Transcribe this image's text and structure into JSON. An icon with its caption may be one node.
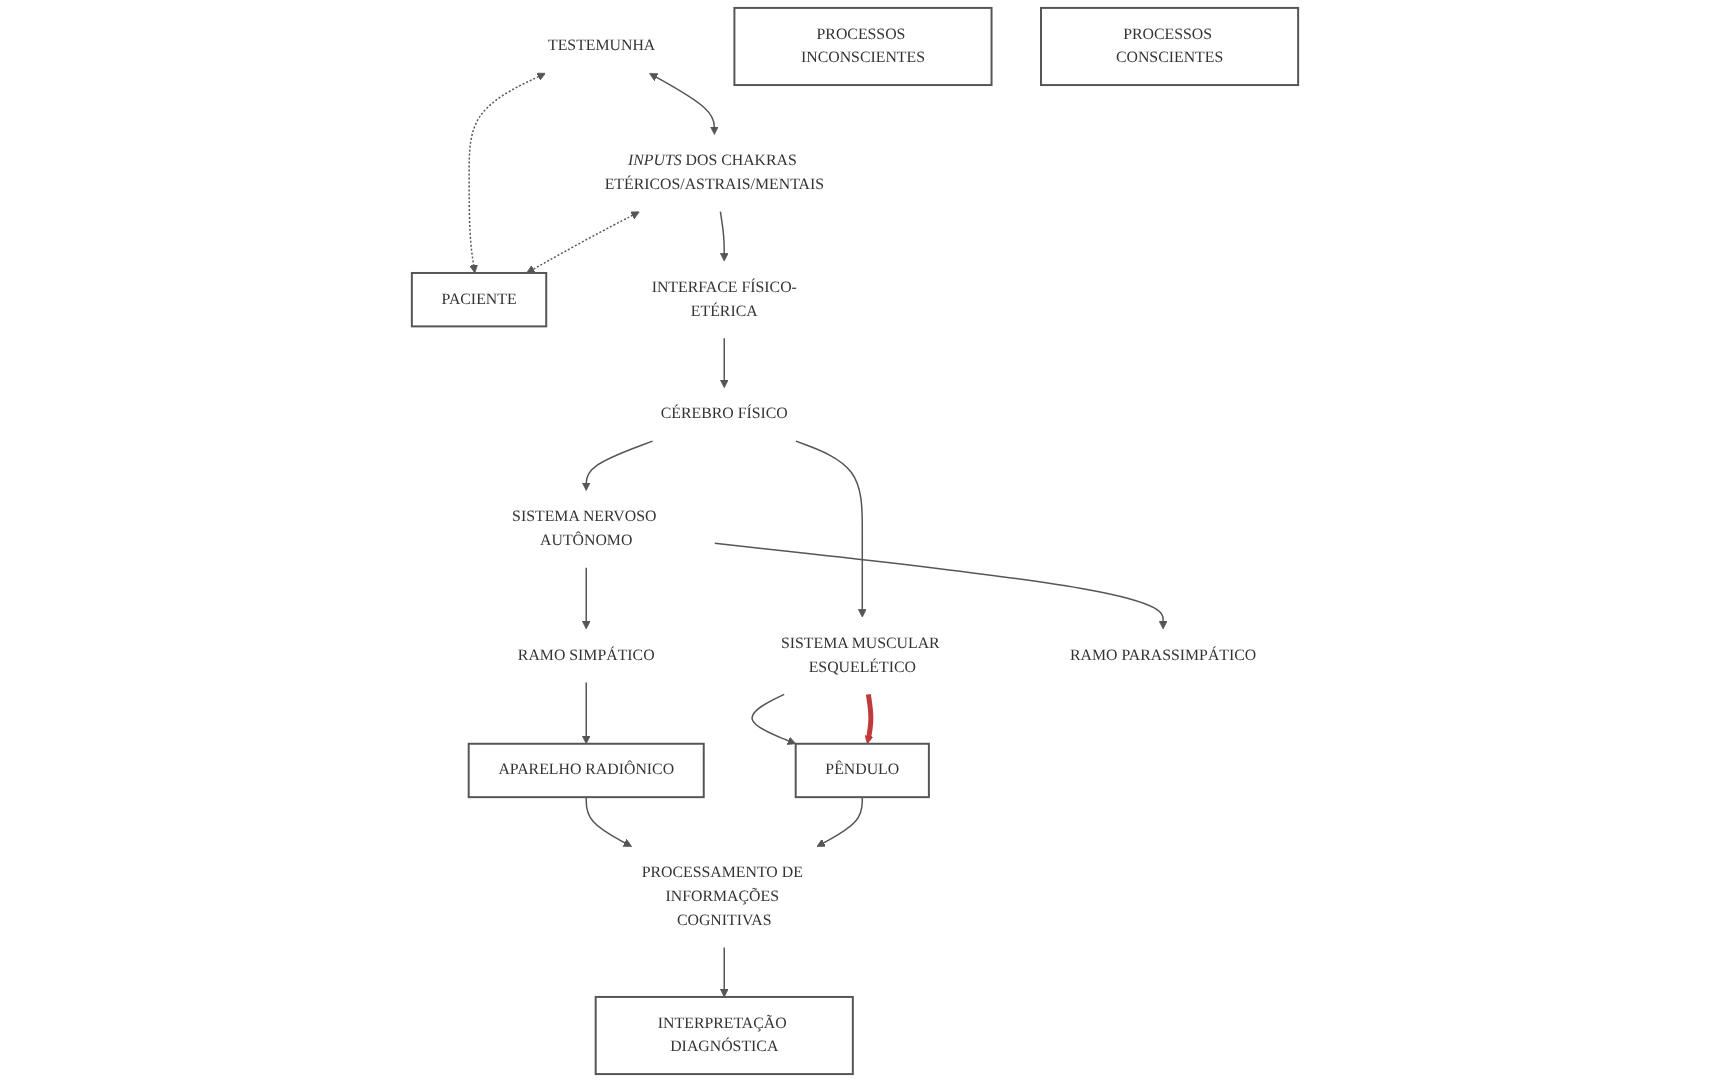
{
  "diagram": {
    "nodes": [
      {
        "text": [
          "TESTEMUNHA"
        ]
      },
      {
        "text": [
          "*INPUTS* DOS CHAKRAS ETÉRICOS/ASTRAIS/MENTAIS"
        ]
      },
      {
        "text": [
          "PACIENTE"
        ]
      },
      {
        "text": [
          "INTERFACE FÍSICO-ETÉRICA"
        ]
      },
      {
        "text": [
          "CÉREBRO FÍSICO"
        ]
      },
      {
        "text": [
          "SISTEMA NERVOSO AUTÔNOMO"
        ]
      },
      {
        "text": [
          "SISTEMA MUSCULAR ESQUELÉTICO"
        ]
      },
      {
        "text": [
          "RAMO SIMPÁTICO"
        ]
      },
      {
        "text": [
          "RAMO PARASSIMPÁTICO"
        ]
      },
      {
        "text": [
          "APARELHO RADIÔNICO"
        ]
      },
      {
        "text": [
          "PÊNDULO"
        ]
      },
      {
        "text": [
          "PROCESSAMENTO DE INFORMAÇÕES COGNITIVAS"
        ]
      },
      {
        "text": [
          "INTERPRETAÇÃO DIAGNÓSTICA"
        ]
      },
      {
        "text": [
          "PROCESSOS INCONSCIENTES"
        ]
      },
      {
        "text": [
          "PROCESSOS CONSCIENTES"
        ]
      }
    ],
    "edges": [
      {
        "from": 0,
        "to": 1,
        "arrow": "both"
      },
      {
        "from": 0,
        "to": 2,
        "arrow": "both",
        "style": "dashed"
      },
      {
        "from": 1,
        "to": 2,
        "arrow": "both",
        "style": "dashed"
      },
      {
        "from": 1,
        "to": 3,
        "arrow": "to"
      },
      {
        "from": 3,
        "to": 4,
        "arrow": "to"
      },
      {
        "from": 4,
        "to": 5,
        "arrow": "to"
      },
      {
        "from": 4,
        "to": 6,
        "arrow": "to"
      },
      {
        "from": 5,
        "to": 7,
        "arrow": "to"
      },
      {
        "from": 5,
        "to": 8,
        "arrow": "to"
      },
      {
        "from": 7,
        "to": 9,
        "arrow": "to"
      },
      {
        "from": 6,
        "to": 10,
        "arrow": "to"
      },
      {
        "from": 6,
        "to": 10,
        "arrow": "to",
        "style": "thick",
        "color": "#c0393b"
      },
      {
        "from": 9,
        "to": 11,
        "arrow": "to"
      },
      {
        "from": 10,
        "to": 11,
        "arrow": "to"
      },
      {
        "from": 11,
        "to": 12,
        "arrow": "to"
      }
    ]
  }
}
